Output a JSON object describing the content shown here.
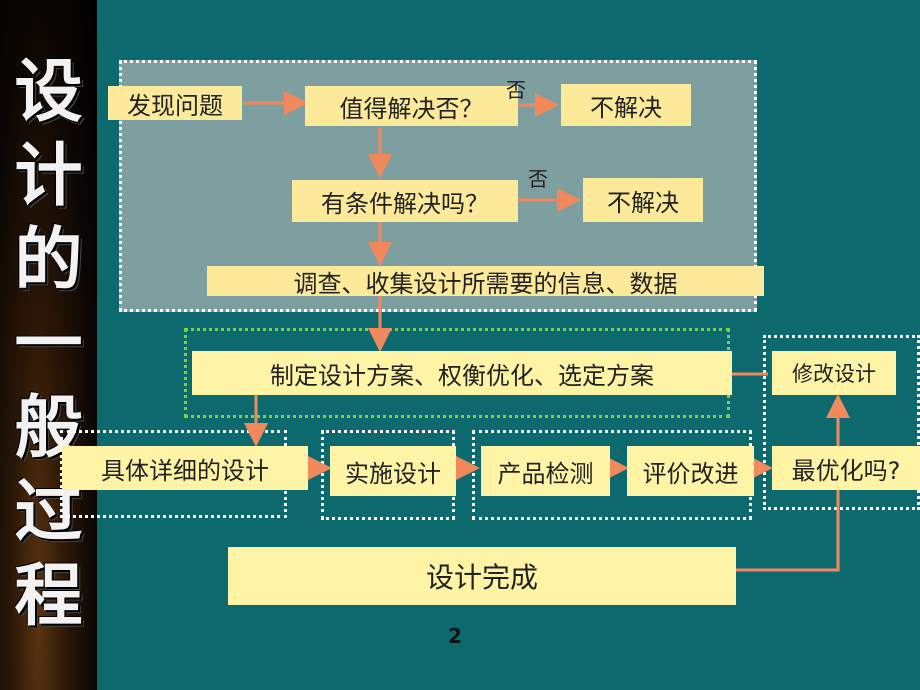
{
  "side_title": [
    "设",
    "计",
    "的",
    "一",
    "般",
    "过",
    "程"
  ],
  "nodes": {
    "discover": "发现问题",
    "worth": "值得解决否？",
    "no_solve_1": "不解决",
    "condition": "有条件解决吗？",
    "no_solve_2": "不解决",
    "survey": "调查、收集设计所需要的信息、数据",
    "plan": "制定设计方案、权衡优化、选定方案",
    "modify": "修改设计",
    "detail": "具体详细的设计",
    "implement": "实施设计",
    "inspect": "产品检测",
    "evaluate": "评价改进",
    "optimal": "最优化吗?",
    "done": "设计完成"
  },
  "branch_labels": {
    "no_1": "否",
    "no_2": "否"
  },
  "page_number": "2",
  "colors": {
    "background": "#0c6a6e",
    "box": "#fce99a",
    "arrow": "#f2895c"
  }
}
